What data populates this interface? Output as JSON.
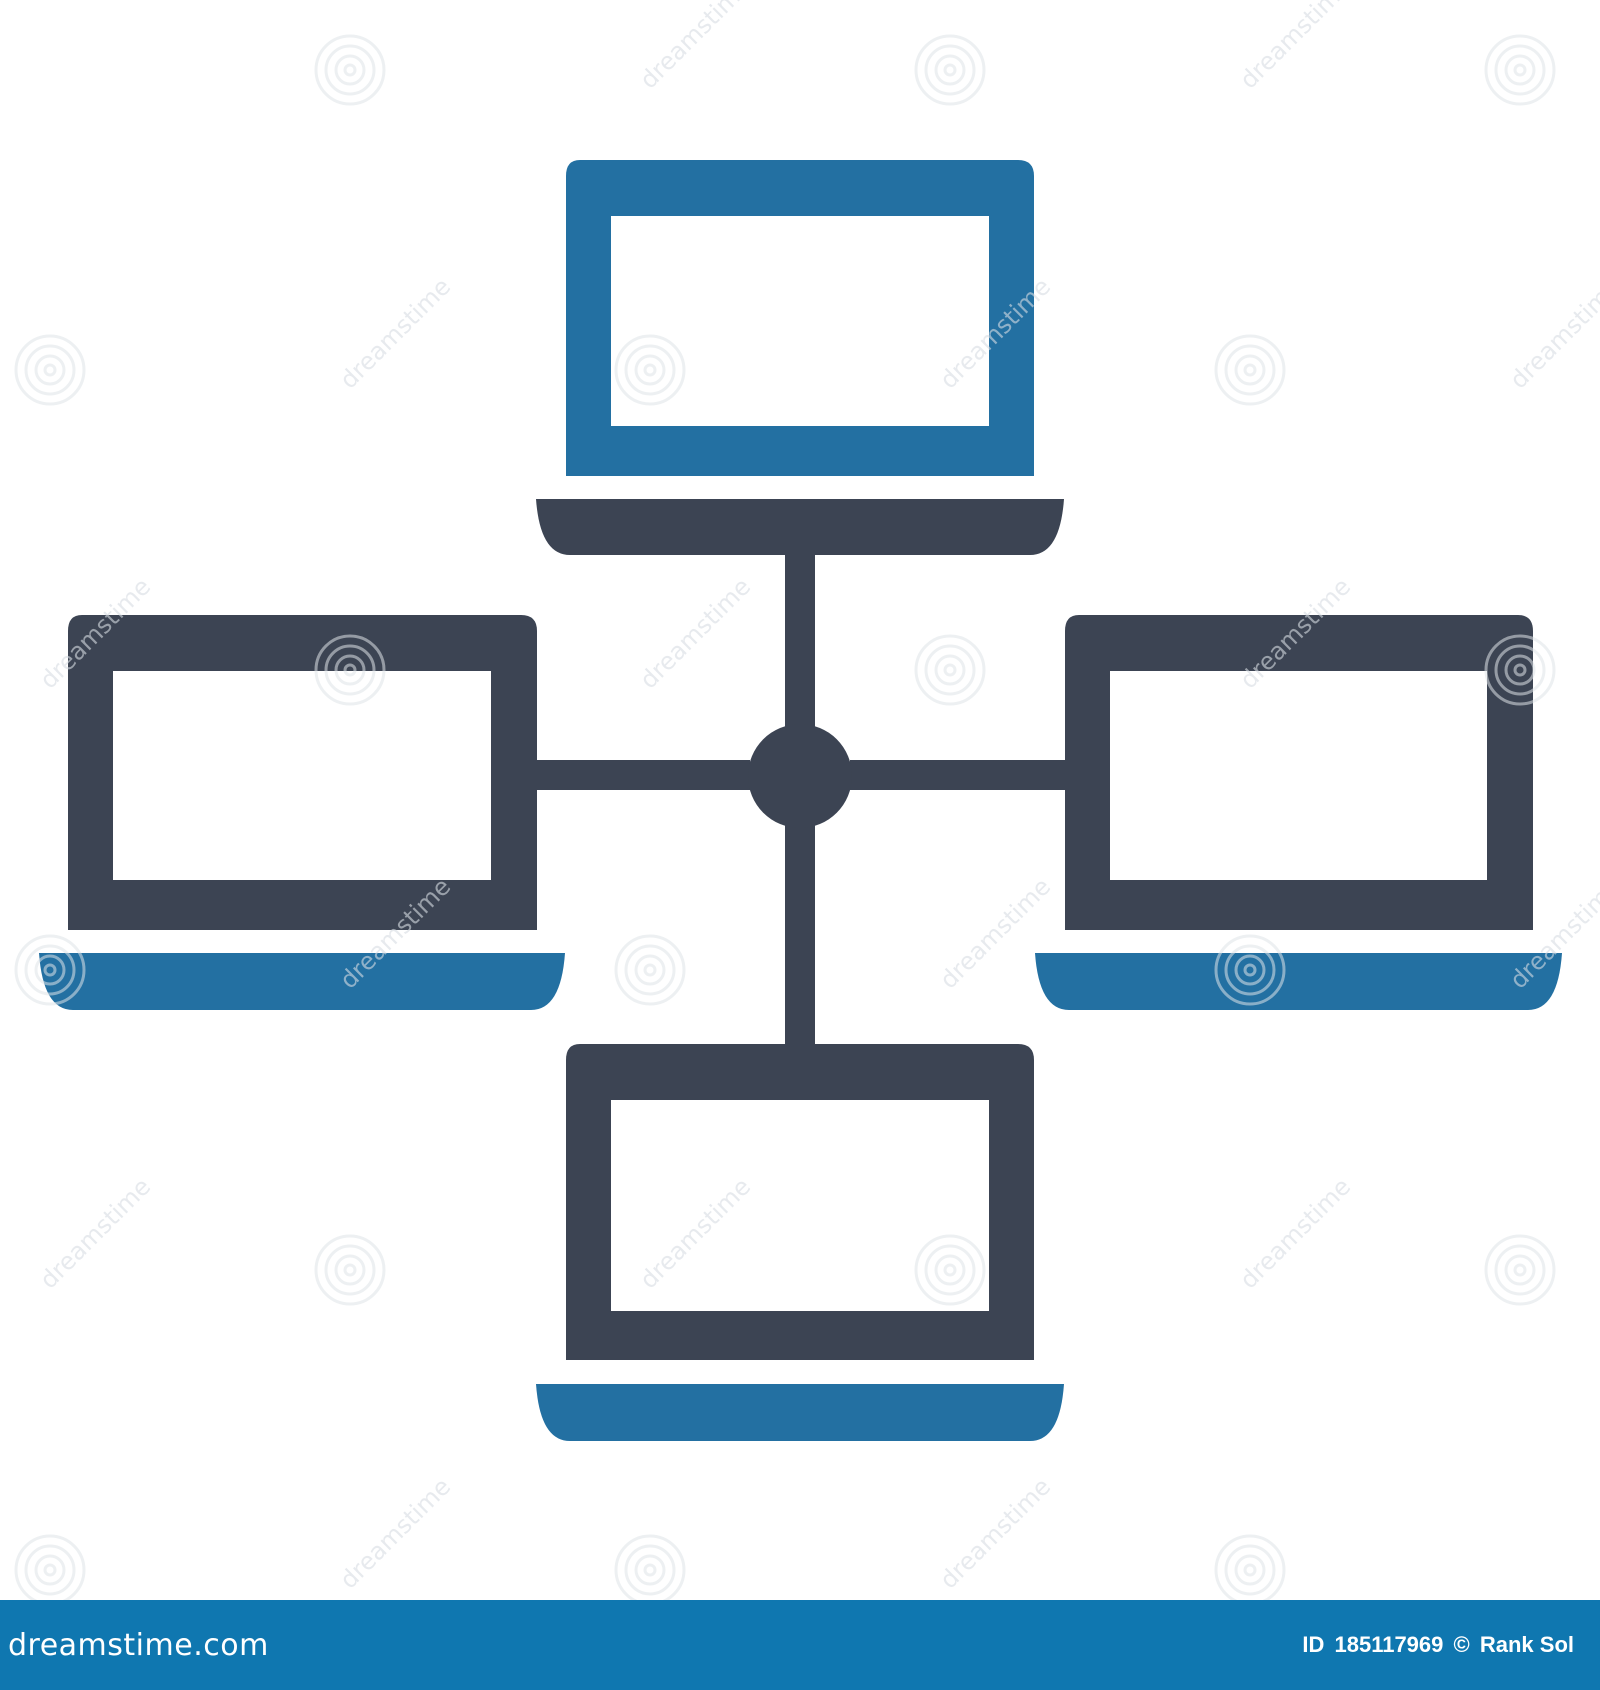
{
  "colors": {
    "dark": "#3c4453",
    "blue": "#2370a2",
    "footer_bg": "#0f77b0",
    "footer_text": "#ffffff",
    "background": "#ffffff"
  },
  "icon": {
    "name": "laptop-network-icon",
    "laptops": [
      {
        "position": "top",
        "screen_color": "blue",
        "base_color": "dark"
      },
      {
        "position": "left",
        "screen_color": "dark",
        "base_color": "blue"
      },
      {
        "position": "right",
        "screen_color": "dark",
        "base_color": "blue"
      },
      {
        "position": "bottom",
        "screen_color": "dark",
        "base_color": "blue"
      }
    ],
    "hub": "center-node"
  },
  "watermark": {
    "text": "dreamstime"
  },
  "footer": {
    "brand": "dreamstime.com",
    "id_label": "ID",
    "id_value": "185117969",
    "copyright": "©",
    "author": "Rank Sol"
  }
}
